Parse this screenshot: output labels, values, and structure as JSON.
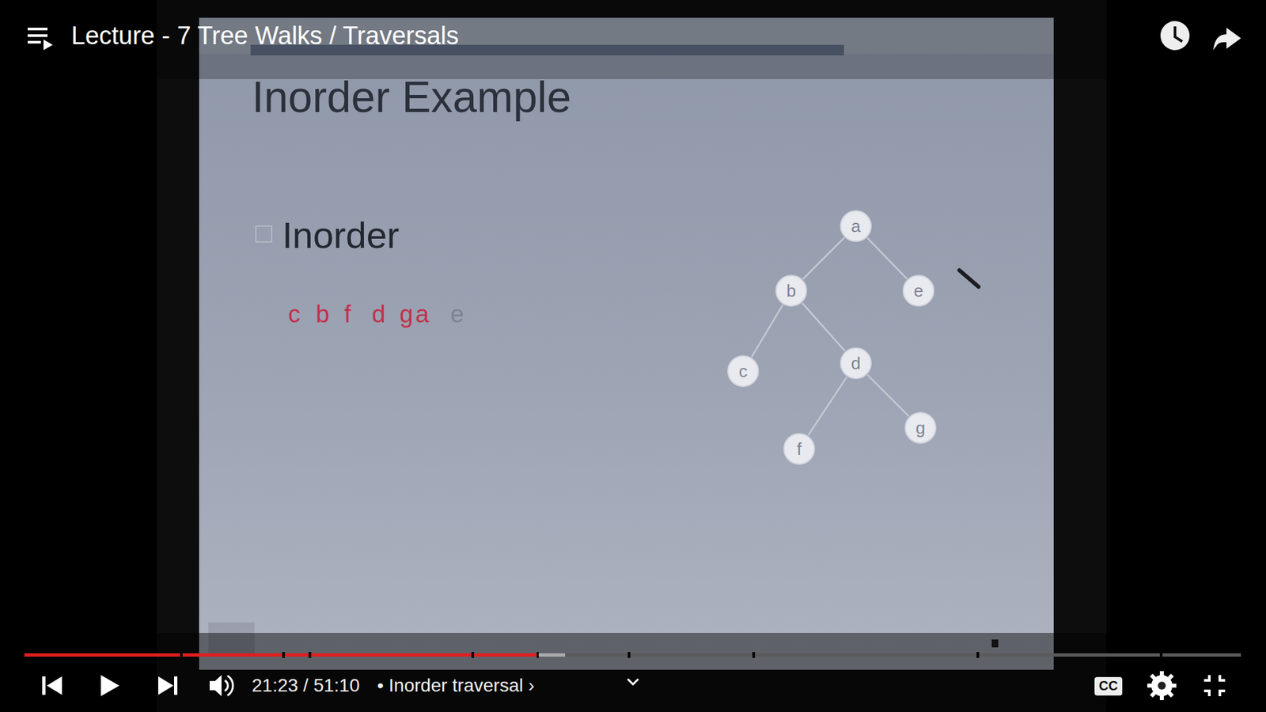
{
  "diagram": {
    "title": "Inorder Example",
    "nodes": [
      {
        "text": [
          "a"
        ]
      },
      {
        "text": [
          "b"
        ]
      },
      {
        "text": [
          "e"
        ]
      },
      {
        "text": [
          "c"
        ]
      },
      {
        "text": [
          "d"
        ]
      },
      {
        "text": [
          "f"
        ]
      },
      {
        "text": [
          "g"
        ]
      }
    ],
    "edges": [
      {
        "from": 0,
        "to": 1,
        "arrow": "none"
      },
      {
        "from": 0,
        "to": 2,
        "arrow": "none"
      },
      {
        "from": 1,
        "to": 3,
        "arrow": "none"
      },
      {
        "from": 1,
        "to": 4,
        "arrow": "none"
      },
      {
        "from": 4,
        "to": 5,
        "arrow": "none"
      },
      {
        "from": 4,
        "to": 6,
        "arrow": "none"
      }
    ],
    "labels": [
      "Lecture - 7 Tree Walks / Traversals",
      "Inorder",
      "c",
      "b",
      "f",
      "d",
      "g",
      "a",
      "e",
      "21:23 / 51:10",
      "• Inorder traversal ›",
      "CC"
    ]
  }
}
